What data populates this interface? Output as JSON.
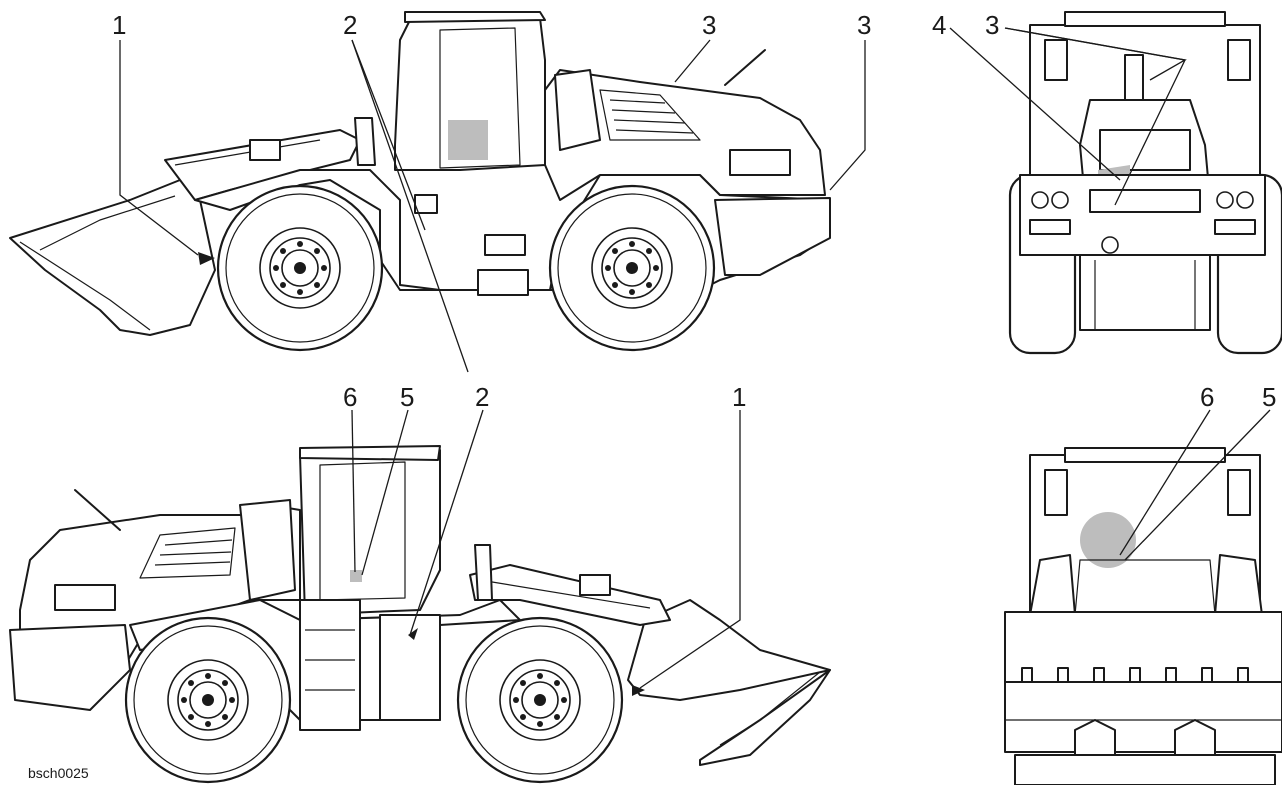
{
  "callouts": [
    {
      "id": "callout-1-top-left",
      "label": "1"
    },
    {
      "id": "callout-2-top",
      "label": "2"
    },
    {
      "id": "callout-3-top-mid",
      "label": "3"
    },
    {
      "id": "callout-3-top-right",
      "label": "3"
    },
    {
      "id": "callout-4-front",
      "label": "4"
    },
    {
      "id": "callout-3-front",
      "label": "3"
    },
    {
      "id": "callout-6-bottom",
      "label": "6"
    },
    {
      "id": "callout-5-bottom",
      "label": "5"
    },
    {
      "id": "callout-2-bottom",
      "label": "2"
    },
    {
      "id": "callout-1-bottom",
      "label": "1"
    },
    {
      "id": "callout-6-rear",
      "label": "6"
    },
    {
      "id": "callout-5-rear",
      "label": "5"
    }
  ],
  "reference_code": "bsch0025"
}
